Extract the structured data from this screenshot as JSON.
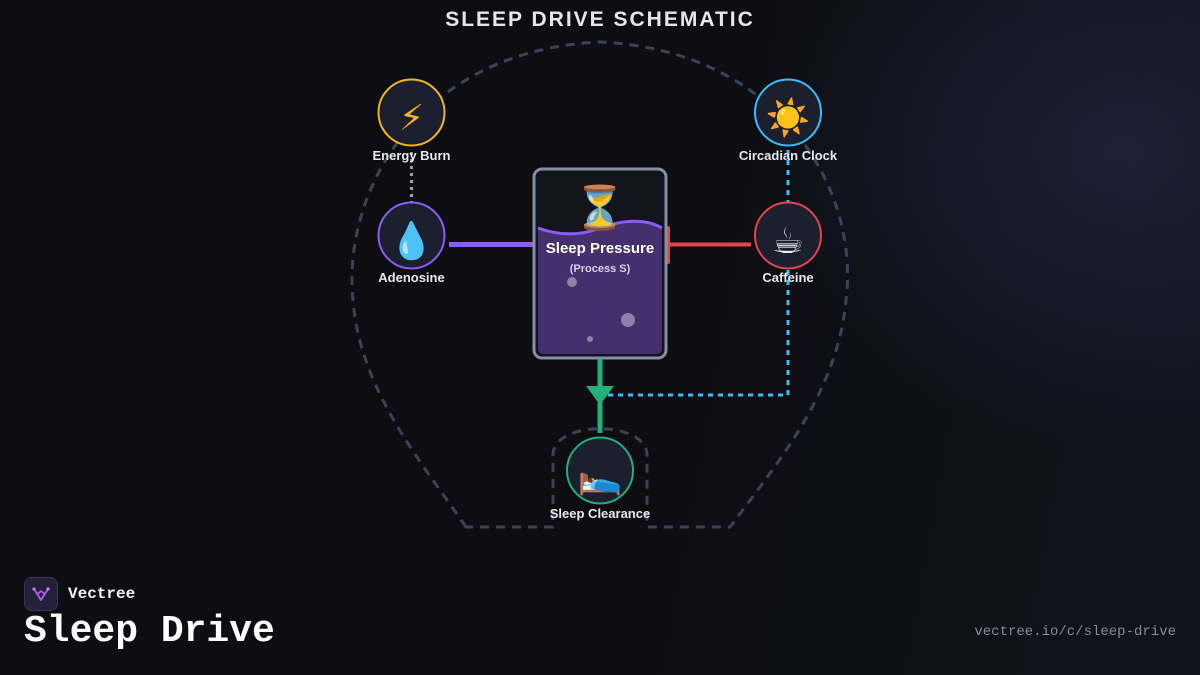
{
  "diagram": {
    "title": "SLEEP DRIVE SCHEMATIC",
    "center": {
      "icon": "hourglass-icon",
      "icon_glyph": "⏳",
      "title": "Sleep Pressure",
      "subtitle": "(Process S)"
    },
    "nodes": {
      "energy_burn": {
        "label": "Energy Burn",
        "icon": "lightning-icon",
        "glyph": "⚡",
        "color": "#f0b429"
      },
      "adenosine": {
        "label": "Adenosine",
        "icon": "droplet-icon",
        "glyph": "💧",
        "color": "#8b5cf6"
      },
      "circadian_clock": {
        "label": "Circadian Clock",
        "icon": "sun-icon",
        "glyph": "☀️",
        "color": "#38bdf8"
      },
      "caffeine": {
        "label": "Caffeine",
        "icon": "coffee-icon",
        "glyph": "☕",
        "color": "#e0474c"
      },
      "sleep_clearance": {
        "label": "Sleep Clearance",
        "icon": "sleeping-bed-icon",
        "glyph": "🛌",
        "color": "#22b07d"
      }
    },
    "colors": {
      "adenosine_link": "#8b5cf6",
      "caffeine_block": "#e0474c",
      "clearance_link": "#22b07d",
      "circadian_link": "#38bdf8",
      "head_outline": "#3a4458"
    }
  },
  "brand": {
    "name": "Vectree",
    "logo_icon": "vectree-logo-icon"
  },
  "footer": {
    "page_title": "Sleep Drive",
    "url": "vectree.io/c/sleep-drive"
  }
}
